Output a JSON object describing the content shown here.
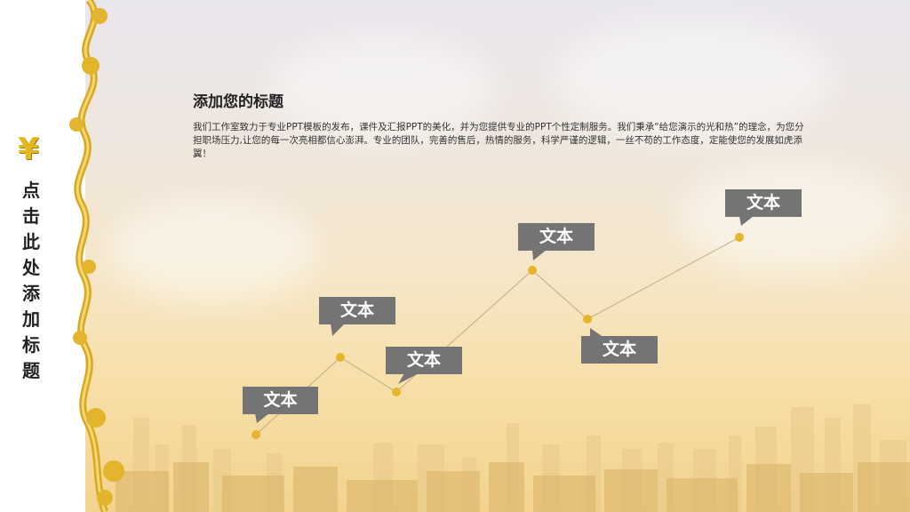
{
  "sidebar": {
    "currency_symbol": "¥",
    "vertical_title": "点击此处添加标题"
  },
  "content": {
    "heading": "添加您的标题",
    "body": "我们工作室致力于专业PPT模板的发布，课件及汇报PPT的美化，并为您提供专业的PPT个性定制服务。我们秉承“给您演示的光和热”的理念，为您分担职场压力,让您的每一次亮相都信心澎湃。专业的团队，完善的售后，热情的服务，科学严谨的逻辑，一丝不苟的工作态度，定能使您的发展如虎添翼！"
  },
  "colors": {
    "accent_gold": "#e5b52a",
    "label_gray": "#747474",
    "line": "#c9b490"
  },
  "diagram": {
    "labels": [
      "文本",
      "文本",
      "文本",
      "文本",
      "文本",
      "文本"
    ]
  }
}
